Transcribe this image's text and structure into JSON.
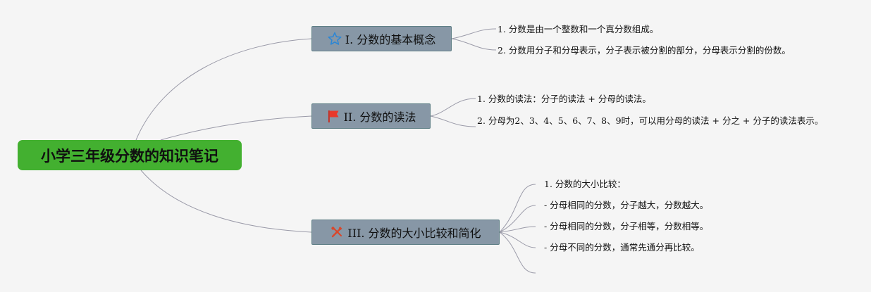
{
  "root": {
    "label": "小学三年级分数的知识笔记"
  },
  "topics": [
    {
      "label": "I. 分数的基本概念",
      "icon": "star-icon",
      "leaves": [
        "1. 分数是由一个整数和一个真分数组成。",
        "2. 分数用分子和分母表示，分子表示被分割的部分，分母表示分割的份数。"
      ]
    },
    {
      "label": "II. 分数的读法",
      "icon": "red-flag-icon",
      "leaves": [
        "1. 分数的读法：分子的读法 + 分母的读法。",
        "2. 分母为2、3、4、5、6、7、8、9时，可以用分母的读法 + 分之 + 分子的读法表示。"
      ]
    },
    {
      "label": "III. 分数的大小比较和简化",
      "icon": "tools-icon",
      "leaves": [
        "1. 分数的大小比较：",
        "- 分母相同的分数，分子越大，分数越大。",
        "- 分母相同的分数，分子相等，分数相等。",
        "- 分母不同的分数，通常先通分再比较。",
        ""
      ]
    }
  ],
  "colors": {
    "background": "#f5f5f5",
    "root_fill": "#43b030",
    "topic_fill": "#8797a6",
    "topic_border": "#5f7f86",
    "connector": "#9a9aa8"
  }
}
